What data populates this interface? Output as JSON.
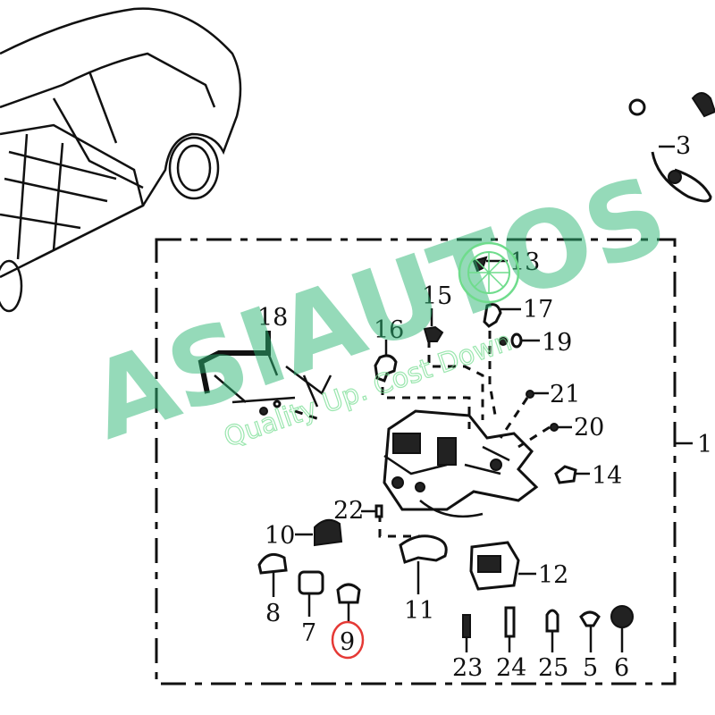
{
  "diagram": {
    "callouts": {
      "c1": "1",
      "c3": "3",
      "c5": "5",
      "c6": "6",
      "c7": "7",
      "c8": "8",
      "c9": "9",
      "c10": "10",
      "c11": "11",
      "c12": "12",
      "c13": "13",
      "c14": "14",
      "c15": "15",
      "c16": "16",
      "c17": "17",
      "c18": "18",
      "c19": "19",
      "c20": "20",
      "c21": "21",
      "c22": "22",
      "c23": "23",
      "c24": "24",
      "c25": "25"
    },
    "highlighted_callout": "9",
    "highlight_color": "#e53935"
  },
  "watermark": {
    "brand": "ASIAUTOS",
    "slogan": "Quality Up. Cost Down",
    "color": "#2bb673"
  }
}
